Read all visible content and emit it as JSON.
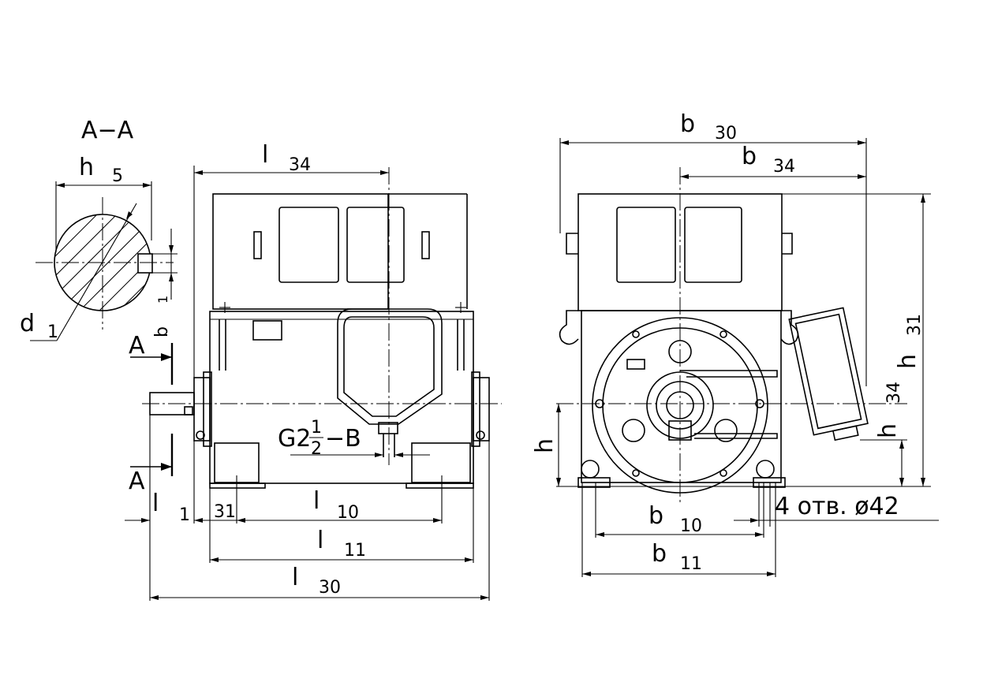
{
  "section_title": "A−A",
  "section": {
    "h_main": "h",
    "h_sub": "5",
    "b_main": "b",
    "b_sub": "1",
    "d_main": "d",
    "d_sub": "1"
  },
  "side_view": {
    "cut_top": "A",
    "cut_bottom": "A",
    "thread": "G2",
    "thread_num": "1",
    "thread_den": "2",
    "thread_suffix": "−B",
    "l34_main": "l",
    "l34_sub": "34",
    "l1_main": "l",
    "l1_sub": "1",
    "l31_sub": "31",
    "l10_main": "l",
    "l10_sub": "10",
    "l11_main": "l",
    "l11_sub": "11",
    "l30_main": "l",
    "l30_sub": "30"
  },
  "front_view": {
    "b30_main": "b",
    "b30_sub": "30",
    "b34_main": "b",
    "b34_sub": "34",
    "h31_main": "h",
    "h31_sub": "31",
    "h34_main": "h",
    "h34_sub": "34",
    "h_main": "h",
    "b10_main": "b",
    "b10_sub": "10",
    "b11_main": "b",
    "b11_sub": "11",
    "holes_note": "4 отв. ø42"
  }
}
